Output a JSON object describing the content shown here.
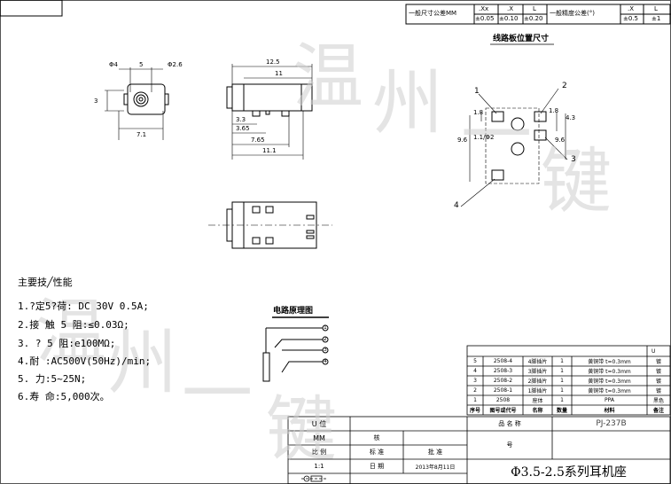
{
  "tolerance_table": {
    "general_label": "一般尺寸公差MM",
    "headers": [
      ".Xx",
      ".X",
      "L"
    ],
    "values": [
      "±0.05",
      "±0.10",
      "±0.20"
    ],
    "angle_label": "一般精度公差(°)",
    "angle_headers": [
      ".X",
      "L"
    ],
    "angle_values": [
      "±0.5",
      "±1"
    ]
  },
  "pcb_layout": {
    "title": "线路板位置尺寸",
    "dims": [
      "1.8",
      "1.8",
      "4.3",
      "9.6",
      "9.6",
      "1.1/Φ2"
    ],
    "callouts": [
      "1",
      "2",
      "3",
      "4"
    ]
  },
  "front_view": {
    "dims": [
      "Φ4",
      "5",
      "Φ2.6",
      "3",
      "7.1"
    ]
  },
  "side_view": {
    "dims": [
      "12.5",
      "11",
      "3.3",
      "3.65",
      "7.65",
      "11.1"
    ]
  },
  "specs": {
    "title": "主要技╱性能",
    "items": [
      "1.?定5?荷: DC 30V 0.5A;",
      "2.接 触 5 阻:≤0.03Ω;",
      "3. ? 5 阻:e100MΩ;",
      "4.耐            :AC500V(50Hz)/min;",
      "5.            力:5~25N;",
      "6.寿            命:5,000次。"
    ]
  },
  "circuit": {
    "title": "电路原理图",
    "pins": [
      "1",
      "2",
      "3",
      "4"
    ]
  },
  "bom": {
    "rows": [
      {
        "no": "5",
        "part": "2508-4",
        "desc": "4脚插片",
        "qty": "1",
        "mat": "黄铜带 t=0.3mm",
        "finish": "镀"
      },
      {
        "no": "4",
        "part": "2508-3",
        "desc": "3脚插片",
        "qty": "1",
        "mat": "黄铜带 t=0.3mm",
        "finish": "镀"
      },
      {
        "no": "3",
        "part": "2508-2",
        "desc": "2脚插片",
        "qty": "1",
        "mat": "黄铜带 t=0.3mm",
        "finish": "镀"
      },
      {
        "no": "2",
        "part": "2508-1",
        "desc": "1脚插片",
        "qty": "1",
        "mat": "黄铜带 t=0.3mm",
        "finish": "镀"
      },
      {
        "no": "1",
        "part": "2508",
        "desc": "座体",
        "qty": "1",
        "mat": "PPA",
        "finish": "黑色"
      }
    ],
    "header": [
      "序号",
      "图号或代号",
      "名称",
      "数量",
      "材料",
      "备注"
    ],
    "top_label": "U"
  },
  "title_block": {
    "unit_label": "U 位",
    "unit_value": "MM",
    "scale_label": "比 例",
    "scale_value": "1:1",
    "date_label": "日 期",
    "date_value": "2013年8月11日",
    "check_label": "核",
    "std_label": "标 准",
    "approve_label": "批 准",
    "name_label": "品 名 称",
    "name_value": "PJ-237B",
    "drawing_no_label": "号",
    "product_title": "Φ3.5-2.5系列耳机座"
  },
  "watermarks": [
    "温",
    "州",
    "一",
    "键",
    "温",
    "州",
    "一",
    "键"
  ]
}
